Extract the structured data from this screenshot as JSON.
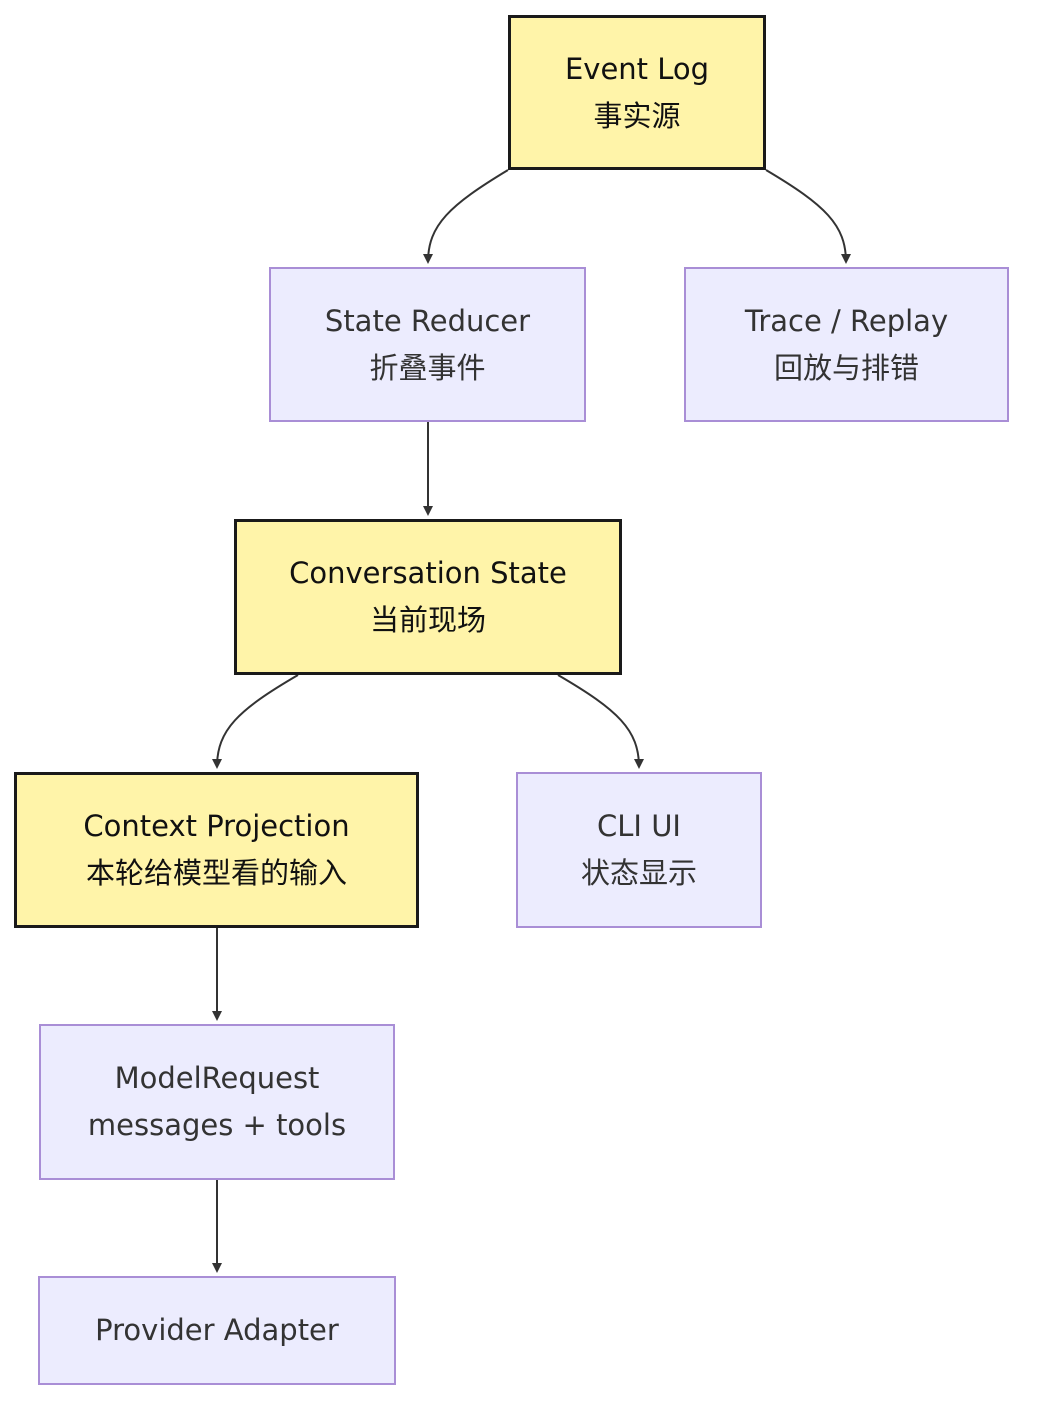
{
  "diagram": {
    "nodes": {
      "event_log": {
        "line1": "Event Log",
        "line2": "事实源",
        "style": "highlight"
      },
      "state_reducer": {
        "line1": "State Reducer",
        "line2": "折叠事件",
        "style": "normal"
      },
      "trace_replay": {
        "line1": "Trace / Replay",
        "line2": "回放与排错",
        "style": "normal"
      },
      "conversation_state": {
        "line1": "Conversation State",
        "line2": "当前现场",
        "style": "highlight"
      },
      "context_projection": {
        "line1": "Context Projection",
        "line2": "本轮给模型看的输入",
        "style": "highlight"
      },
      "cli_ui": {
        "line1": "CLI UI",
        "line2": "状态显示",
        "style": "normal"
      },
      "model_request": {
        "line1": "ModelRequest",
        "line2": "messages + tools",
        "style": "normal"
      },
      "provider_adapter": {
        "line1": "Provider Adapter",
        "style": "normal"
      }
    },
    "edges": [
      {
        "from": "event_log",
        "to": "state_reducer"
      },
      {
        "from": "event_log",
        "to": "trace_replay"
      },
      {
        "from": "state_reducer",
        "to": "conversation_state"
      },
      {
        "from": "conversation_state",
        "to": "context_projection"
      },
      {
        "from": "conversation_state",
        "to": "cli_ui"
      },
      {
        "from": "context_projection",
        "to": "model_request"
      },
      {
        "from": "model_request",
        "to": "provider_adapter"
      }
    ],
    "colors": {
      "highlight_fill": "#fff4a9",
      "highlight_border": "#1a1a1a",
      "normal_fill": "#ececfe",
      "normal_border": "#a98ed6",
      "edge": "#333333"
    }
  }
}
